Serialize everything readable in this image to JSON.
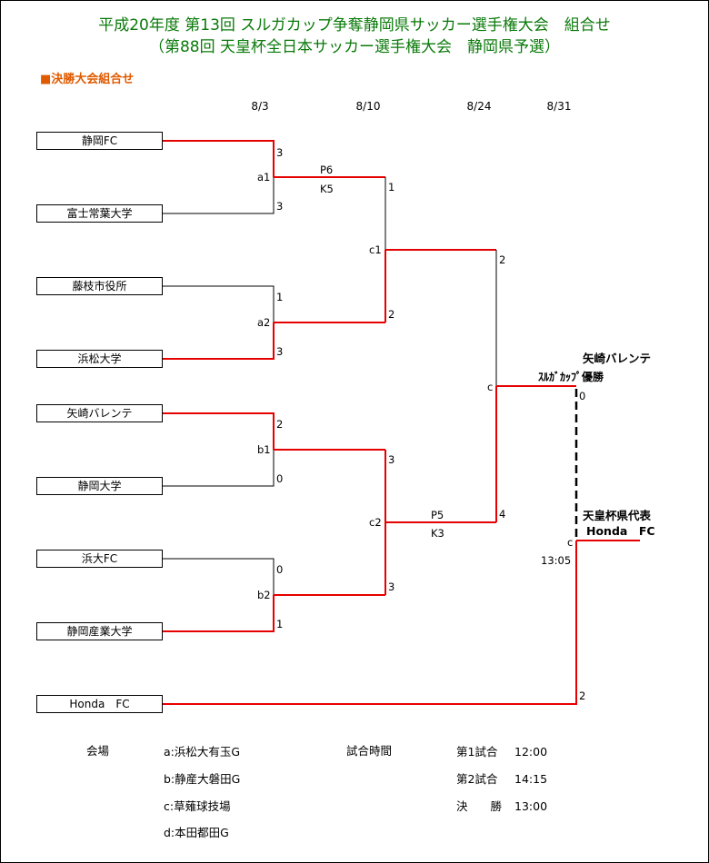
{
  "header": {
    "title_line1": "平成20年度 第13回 スルガカップ争奪静岡県サッカー選手権大会　組合せ",
    "title_line2": "（第88回 天皇杯全日本サッカー選手権大会　静岡県予選）",
    "section": "■決勝大会組合せ"
  },
  "dates": [
    "8/3",
    "8/10",
    "8/24",
    "8/31"
  ],
  "teams": [
    "静岡FC",
    "富士常葉大学",
    "藤枝市役所",
    "浜松大学",
    "矢崎バレンテ",
    "静岡大学",
    "浜大FC",
    "静岡産業大学",
    "Honda　FC"
  ],
  "bracket": {
    "a1": {
      "label": "a1",
      "score_top": "3",
      "score_bottom": "3",
      "note1": "P6",
      "note2": "K5"
    },
    "a2": {
      "label": "a2",
      "score_top": "1",
      "score_bottom": "3"
    },
    "b1": {
      "label": "b1",
      "score_top": "2",
      "score_bottom": "0"
    },
    "b2": {
      "label": "b2",
      "score_top": "0",
      "score_bottom": "1"
    },
    "c1": {
      "label": "c1",
      "score_top": "1",
      "score_bottom": "2"
    },
    "c2": {
      "label": "c2",
      "score_top": "3",
      "score_bottom": "3",
      "note1": "P5",
      "note2": "K3"
    },
    "c_suruga": {
      "label": "c",
      "score_top": "2",
      "score_bottom": "4"
    },
    "suruga": {
      "winner": "矢崎バレンテ",
      "title": "ｽﾙｶﾞｶｯﾌﾟ優勝",
      "score": "0"
    },
    "c_final": {
      "label": "c",
      "time": "13:05",
      "score_bottom": "2"
    },
    "emperor": {
      "title": "天皇杯県代表",
      "winner": "Honda　FC"
    }
  },
  "venues": {
    "label": "会場",
    "items": [
      "a:浜松大有玉G",
      "b:静産大磐田G",
      "c:草薙球技場",
      "d:本田都田G"
    ]
  },
  "schedule": {
    "label": "試合時間",
    "items": [
      {
        "name": "第1試合",
        "time": "12:00"
      },
      {
        "name": "第2試合",
        "time": "14:15"
      },
      {
        "name": "決　　勝",
        "time": "13:00"
      }
    ]
  },
  "colors": {
    "title": "#0a7a0a",
    "section": "#e05a00",
    "winner_line": "#e60000",
    "loser_line": "#000000"
  }
}
